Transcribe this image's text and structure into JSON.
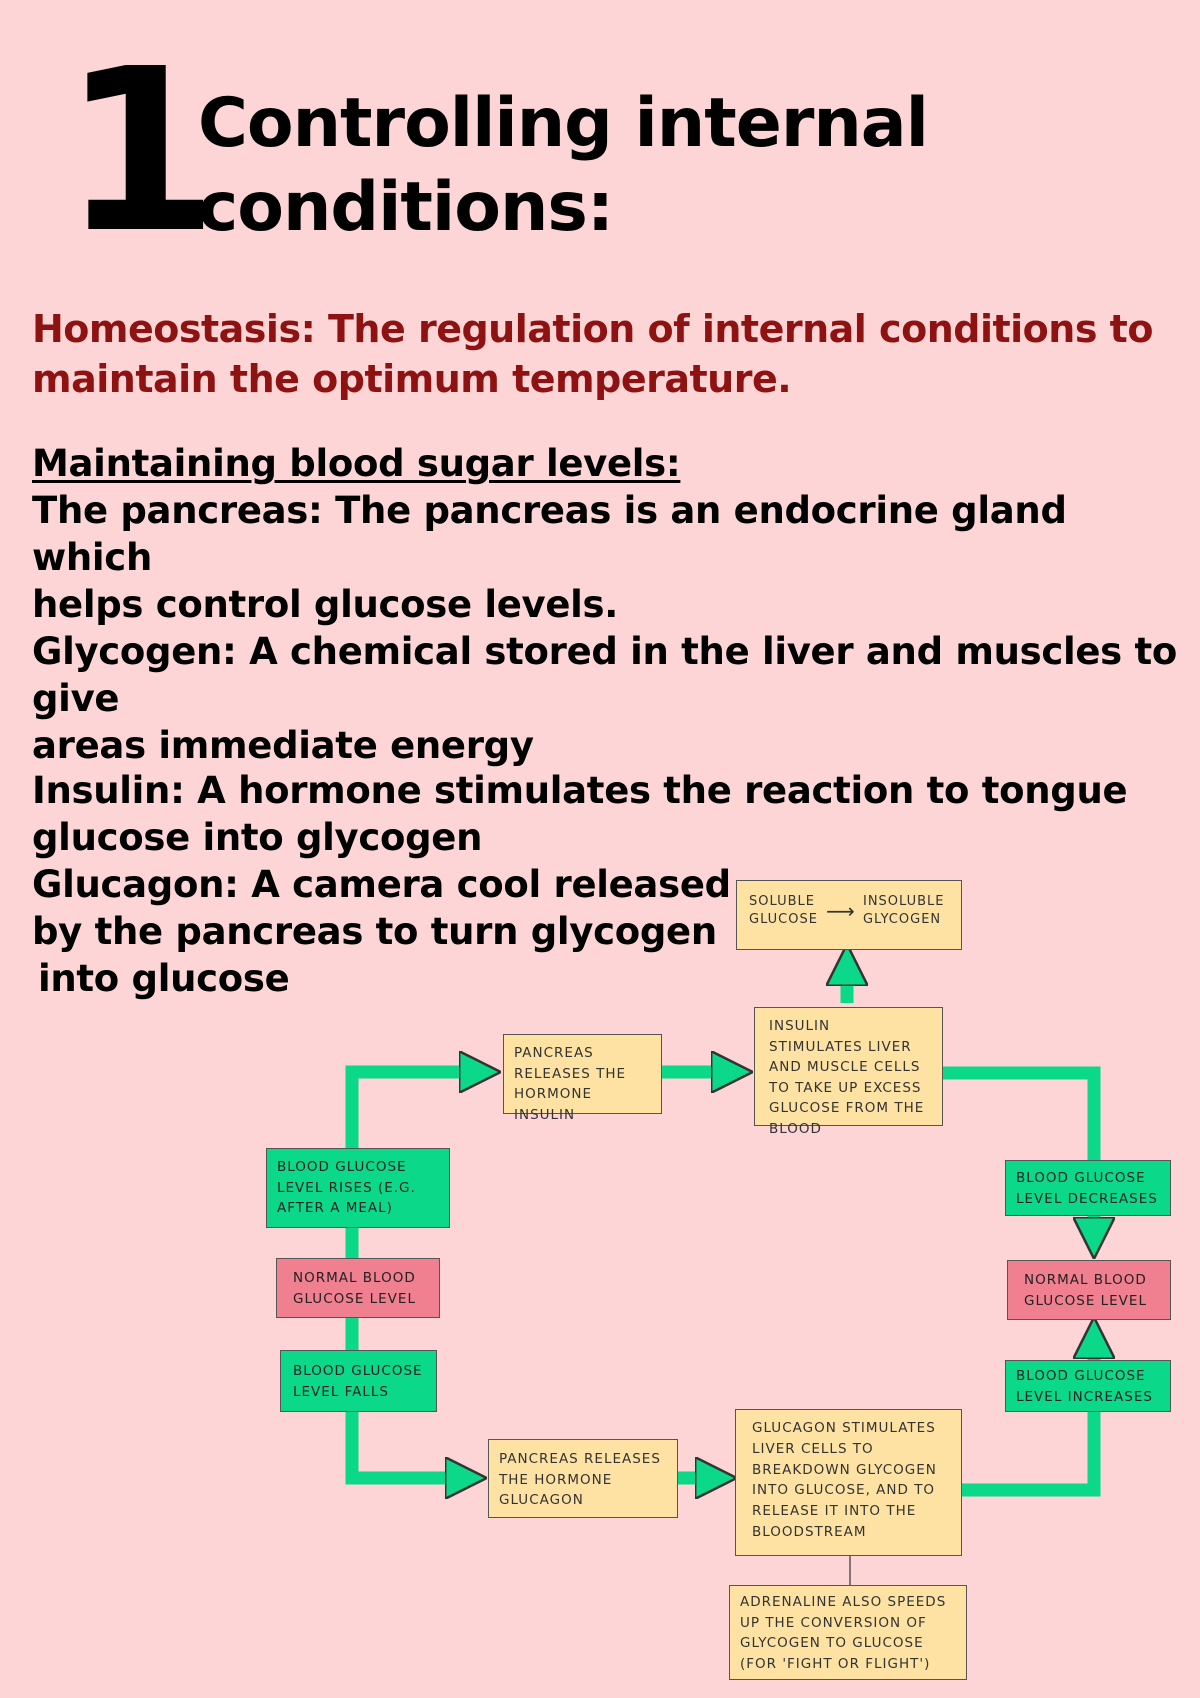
{
  "header": {
    "number": "1",
    "title_line1": "Controlling internal",
    "title_line2": "conditions:"
  },
  "definition": {
    "line1": "Homeostasis: The regulation of internal conditions to",
    "line2": "maintain the optimum temperature."
  },
  "sections": {
    "blood_sugar_heading": "Maintaining blood sugar levels:",
    "pancreas_line1": "The pancreas: The pancreas is an endocrine gland which",
    "pancreas_line2": "helps control glucose levels.",
    "glycogen_line1": "Glycogen: A chemical stored in the liver and muscles to give",
    "glycogen_line2": "areas immediate energy",
    "insulin_line1": "Insulin: A hormone stimulates the reaction to tongue",
    "insulin_line2": "glucose into glycogen",
    "glucagon_line1": "Glucagon: A camera cool released",
    "glucagon_line2": "by the pancreas to turn glycogen",
    "glucagon_line3": "into glucose"
  },
  "diagram": {
    "soluble_glucose": "Soluble glucose",
    "insoluble_glycogen": "Insoluble glycogen",
    "insulin_stimulates": "Insulin stimulates liver and muscle cells to take up excess glucose from the blood",
    "pancreas_insulin": "Pancreas releases the hormone insulin",
    "level_rises": "Blood glucose level rises (e.g. after a meal)",
    "normal_left": "Normal blood glucose level",
    "level_falls": "Blood glucose level falls",
    "pancreas_glucagon": "Pancreas releases the hormone glucagon",
    "glucagon_stimulates": "Glucagon stimulates liver cells to breakdown glycogen into glucose, and to release it into the bloodstream",
    "adrenaline": "Adrenaline also speeds up the conversion of glycogen to glucose (for 'fight or flight')",
    "level_decreases": "Blood glucose level decreases",
    "normal_right": "Normal blood glucose level",
    "level_increases": "Blood glucose level increases",
    "colors": {
      "arrow": "#0bd889",
      "yellow_box": "#fde2a3",
      "green_box": "#0bd889",
      "red_box": "#f07f8f"
    }
  }
}
